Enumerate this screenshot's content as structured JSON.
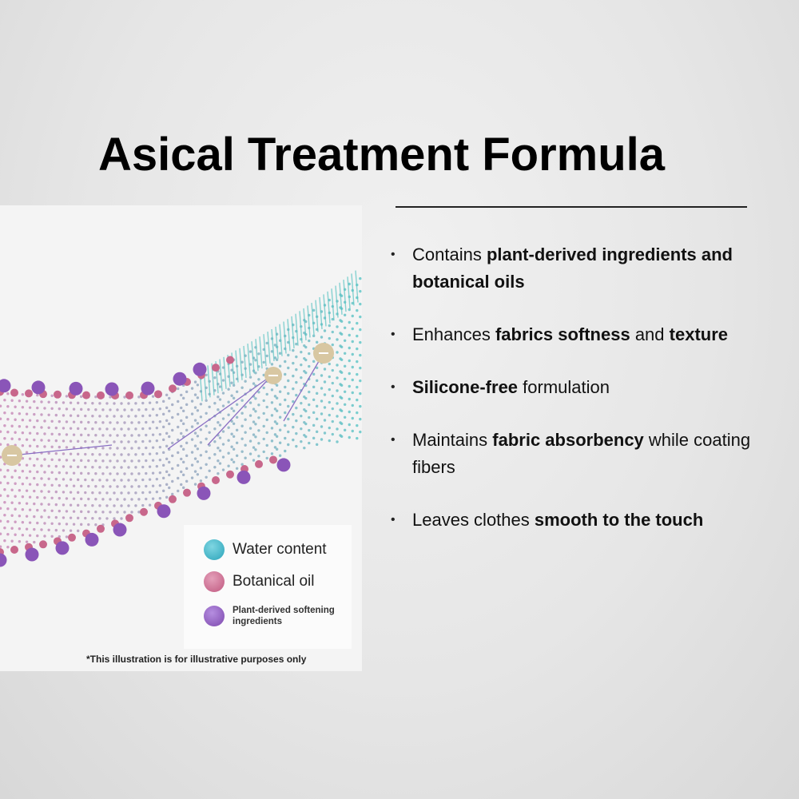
{
  "title": "Asical Treatment Formula",
  "illustration": {
    "legend": [
      {
        "label": "Water content",
        "color": "#3fb7c9"
      },
      {
        "label": "Botanical oil",
        "color": "#c8678b"
      },
      {
        "label": "Plant-derived softening ingredients",
        "color": "#8a55b8"
      }
    ],
    "footnote": "*This illustration is for illustrative purposes only"
  },
  "bullets": [
    {
      "segments": [
        {
          "text": "Contains ",
          "bold": false
        },
        {
          "text": "plant-derived ingredients and botanical oils",
          "bold": true
        }
      ]
    },
    {
      "segments": [
        {
          "text": "Enhances ",
          "bold": false
        },
        {
          "text": "fabrics softness",
          "bold": true
        },
        {
          "text": " and ",
          "bold": false
        },
        {
          "text": "texture",
          "bold": true
        }
      ]
    },
    {
      "segments": [
        {
          "text": "Silicone-free",
          "bold": true
        },
        {
          "text": " formulation",
          "bold": false
        }
      ]
    },
    {
      "segments": [
        {
          "text": "Maintains ",
          "bold": false
        },
        {
          "text": "fabric absorbency",
          "bold": true
        },
        {
          "text": " while coating fibers",
          "bold": false
        }
      ]
    },
    {
      "segments": [
        {
          "text": "Leaves clothes ",
          "bold": false
        },
        {
          "text": "smooth to the touch",
          "bold": true
        }
      ]
    }
  ]
}
